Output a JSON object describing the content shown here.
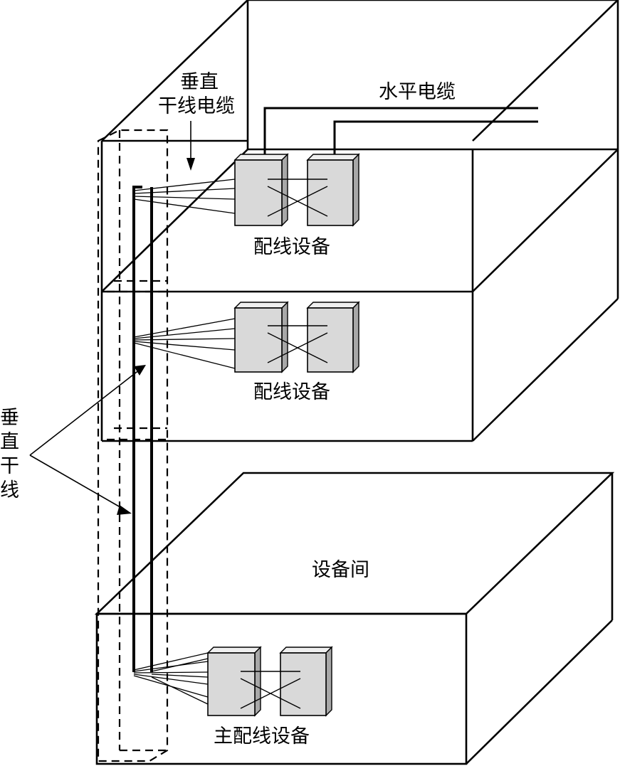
{
  "labels": {
    "vertical_cable_line1": "垂直",
    "vertical_cable_line2": "干线电缆",
    "horizontal_cable": "水平电缆",
    "wiring_equipment_top": "配线设备",
    "wiring_equipment_middle": "配线设备",
    "equipment_room": "设备间",
    "main_wiring_equipment": "主配线设备",
    "vertical_backbone_1": "垂",
    "vertical_backbone_2": "直",
    "vertical_backbone_3": "干",
    "vertical_backbone_4": "线"
  }
}
